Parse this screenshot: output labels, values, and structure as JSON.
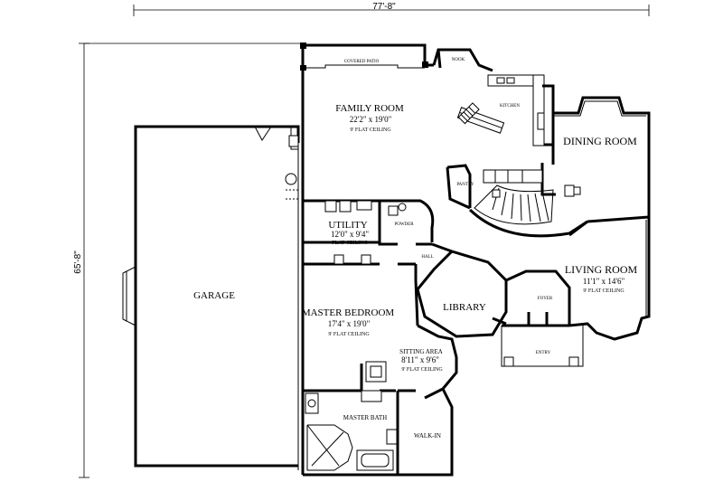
{
  "dimensions": {
    "width": "77'-8\"",
    "depth": "65'-8\""
  },
  "rooms": {
    "family_room": {
      "name": "FAMILY ROOM",
      "size": "22'2\" x 19'0\"",
      "ceiling": "9' FLAT CEILING"
    },
    "covered_patio": {
      "name": "COVERED PATIO"
    },
    "nook": {
      "name": "NOOK"
    },
    "kitchen": {
      "name": "KITCHEN"
    },
    "dining_room": {
      "name": "DINING ROOM"
    },
    "pantry": {
      "name": "PANTRY"
    },
    "utility": {
      "name": "UTILITY",
      "size": "12'0\" x 9'4\"",
      "ceiling": "FLAT CEILING"
    },
    "powder": {
      "name": "POWDER"
    },
    "hall": {
      "name": "HALL"
    },
    "garage": {
      "name": "GARAGE"
    },
    "master_bedroom": {
      "name": "MASTER BEDROOM",
      "size": "17'4\" x 19'0\"",
      "ceiling": "9' FLAT CEILING"
    },
    "library": {
      "name": "LIBRARY"
    },
    "foyer": {
      "name": "FOYER"
    },
    "living_room": {
      "name": "LIVING ROOM",
      "size": "11'1\" x 14'6\"",
      "ceiling": "9' FLAT CEILING"
    },
    "sitting_area": {
      "name": "SITTING AREA",
      "size": "8'11\" x 9'6\"",
      "ceiling": "9' FLAT CEILING"
    },
    "entry": {
      "name": "ENTRY"
    },
    "master_bath": {
      "name": "MASTER BATH"
    },
    "walk_in": {
      "name": "WALK-IN"
    }
  }
}
